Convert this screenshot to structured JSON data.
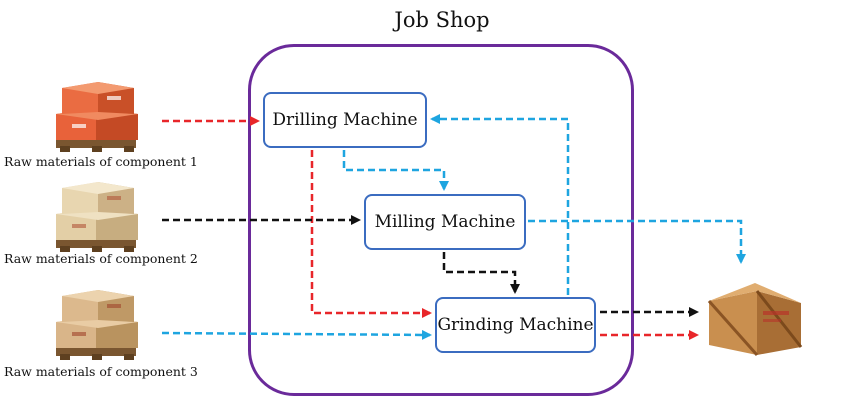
{
  "title": "Job Shop",
  "machines": {
    "drilling": "Drilling Machine",
    "milling": "Milling Machine",
    "grinding": "Grinding Machine"
  },
  "raw_materials": [
    {
      "label": "Raw materials of component 1",
      "box_color": "#e8623a",
      "flow_color": "#e8262a"
    },
    {
      "label": "Raw materials of component 2",
      "box_color": "#e3cfa6",
      "flow_color": "#111111"
    },
    {
      "label": "Raw materials of component 3",
      "box_color": "#d9b589",
      "flow_color": "#1ea5e0"
    }
  ],
  "product_icon": "wooden-crate-icon",
  "colors": {
    "job_shop_border": "#6a2a9a",
    "machine_border": "#3b6cc0",
    "flow_component_1": "#e8262a",
    "flow_component_2": "#111111",
    "flow_component_3": "#1ea5e0"
  }
}
